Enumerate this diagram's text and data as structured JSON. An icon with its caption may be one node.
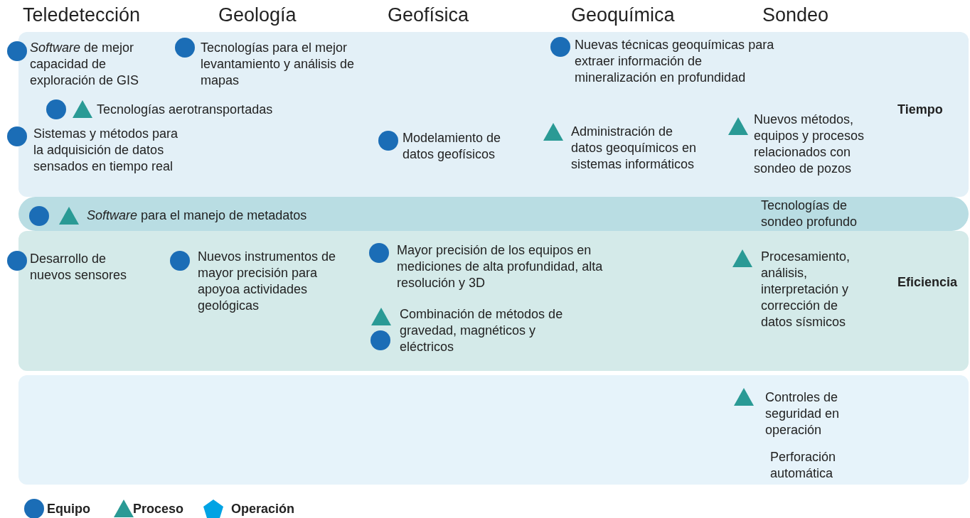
{
  "diagram": {
    "nodes": [
      {
        "text": [
          "Tiempo"
        ]
      },
      {
        "text": [
          "*Software* de mejor capacidad de exploración de GIS"
        ],
        "in": 0
      },
      {
        "text": [
          "Tecnologías para el mejor levantamiento y análisis de mapas"
        ],
        "in": 0
      },
      {
        "text": [
          "Nuevas técnicas geoquímicas para extraer información de mineralización en profundidad"
        ],
        "in": 0
      },
      {
        "text": [
          "Tecnologías aerotransportadas"
        ],
        "in": 0
      },
      {
        "text": [
          "Sistemas y métodos para la adquisición de datos sensados en tiempo real"
        ],
        "in": 0
      },
      {
        "text": [
          "Modelamiento de datos geofísicos"
        ],
        "in": 0
      },
      {
        "text": [
          "Administración de datos geoquímicos en sistemas informáticos"
        ],
        "in": 0
      },
      {
        "text": [
          "Nuevos métodos, equipos y procesos relacionados con sondeo de pozos"
        ],
        "in": 0
      },
      {
        "text": [],
        "shape": "bar"
      },
      {
        "text": [
          "*Software* para el manejo de metadatos"
        ],
        "in": 9
      },
      {
        "text": [
          "Tecnologías de sondeo profundo"
        ],
        "in": 9
      },
      {
        "text": [
          "Eficiencia"
        ]
      },
      {
        "text": [
          "Desarrollo de nuevos sensores"
        ],
        "in": 12
      },
      {
        "text": [
          "Nuevos instrumentos de mayor precisión para apoyoa actividades geológicas"
        ],
        "in": 12
      },
      {
        "text": [
          "Mayor precisión de los equipos en mediciones de alta profundidad, alta resolución y 3D"
        ],
        "in": 12
      },
      {
        "text": [
          "Combinación de métodos de gravedad, magnéticos y eléctricos"
        ],
        "in": 12
      },
      {
        "text": [
          "Procesamiento, análisis, interpretación y corrección de datos sísmicos"
        ],
        "in": 12
      },
      {
        "text": [],
        "shape": "box"
      },
      {
        "text": [
          "Controles de seguridad en operación"
        ],
        "in": 18
      },
      {
        "text": [
          "Perforación automática"
        ],
        "in": 18
      }
    ],
    "labels": [
      "Teledetección",
      "Geología",
      "Geofísica",
      "Geoquímica",
      "Sondeo"
    ],
    "legend": [
      {
        "text": "Equipo",
        "color": "#1b6db6"
      },
      {
        "text": "Proceso",
        "color": "#2a9a95"
      },
      {
        "text": "Operación",
        "color": "#00a3e4"
      }
    ]
  }
}
